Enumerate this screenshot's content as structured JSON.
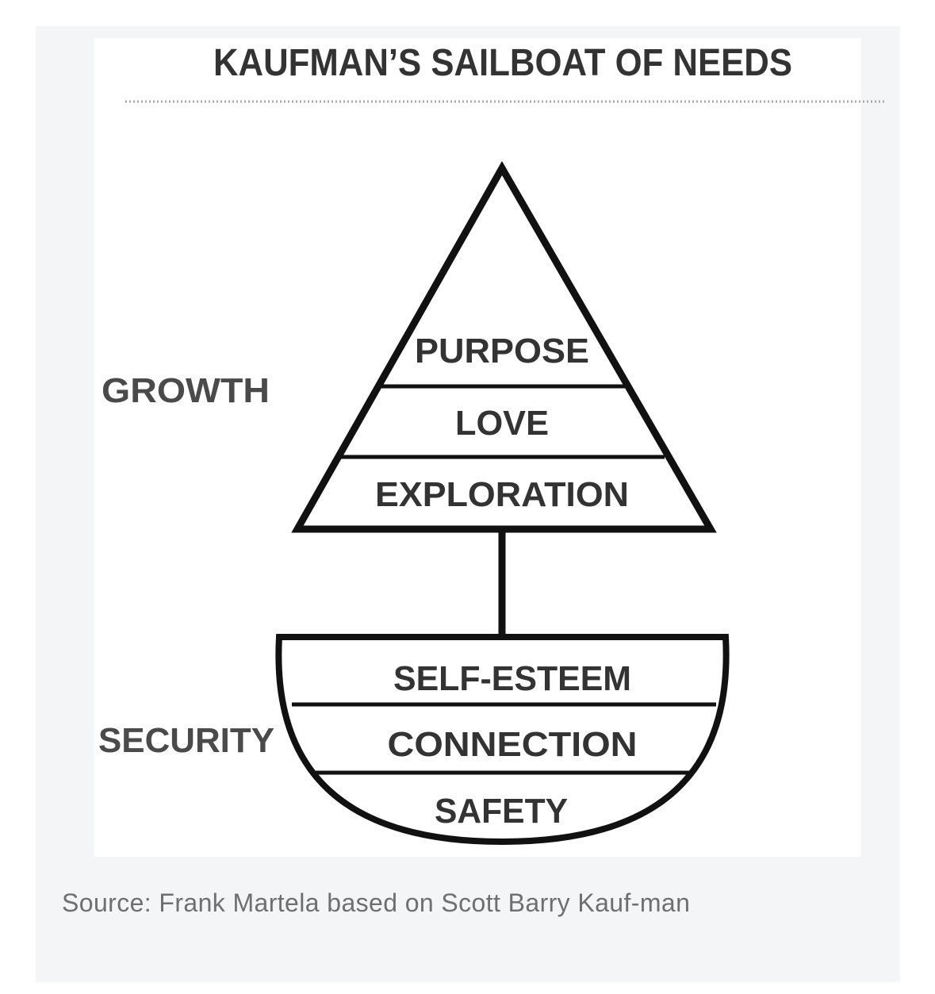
{
  "diagram": {
    "title": "KAUFMAN’S SAILBOAT OF NEEDS",
    "groups": {
      "growth": "GROWTH",
      "security": "SECURITY"
    },
    "sail_levels": [
      "PURPOSE",
      "LOVE",
      "EXPLORATION"
    ],
    "hull_levels": [
      "SELF-ESTEEM",
      "CONNECTION",
      "SAFETY"
    ]
  },
  "caption": "Source: Frank Martela based on Scott Barry Kauf-man"
}
